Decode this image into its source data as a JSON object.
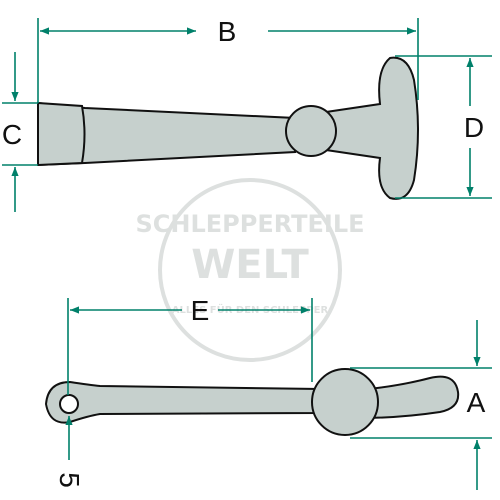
{
  "colors": {
    "part_fill": "#c6d0cd",
    "part_stroke": "#111111",
    "dimension_line": "#00806a",
    "watermark": "#dadddc",
    "background": "#ffffff"
  },
  "labels": {
    "b": "B",
    "c": "C",
    "d": "D",
    "e": "E",
    "a": "A",
    "five": "5"
  },
  "watermark": {
    "line1": "SCHLEPPERTEILE",
    "line2": "WELT",
    "ring": "ALLES FÜR DEN SCHLEPPER"
  }
}
